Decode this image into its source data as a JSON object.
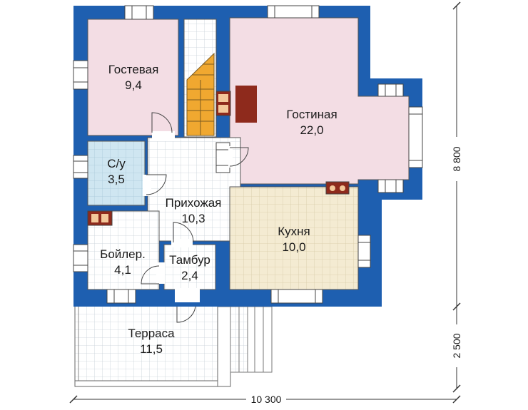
{
  "rooms": {
    "guest": {
      "name": "Гостевая",
      "area": "9,4"
    },
    "living": {
      "name": "Гостиная",
      "area": "22,0"
    },
    "wc": {
      "name": "С/у",
      "area": "3,5"
    },
    "hall": {
      "name": "Прихожая",
      "area": "10,3"
    },
    "kitchen": {
      "name": "Кухня",
      "area": "10,0"
    },
    "boiler": {
      "name": "Бойлер.",
      "area": "4,1"
    },
    "vestibule": {
      "name": "Тамбур",
      "area": "2,4"
    },
    "terrace": {
      "name": "Терраса",
      "area": "11,5"
    }
  },
  "dimensions": {
    "width": "10 300",
    "height_main": "8 800",
    "height_terrace": "2 500"
  },
  "colors": {
    "wall": "#1e5fb0",
    "guest_fill": "#f3dde4",
    "living_fill": "#f3dde4",
    "wc_fill": "#cfe6f1",
    "kitchen_fill": "#f4ebd2",
    "stairs": "#f0a830",
    "stove": "#8e2a1c"
  }
}
